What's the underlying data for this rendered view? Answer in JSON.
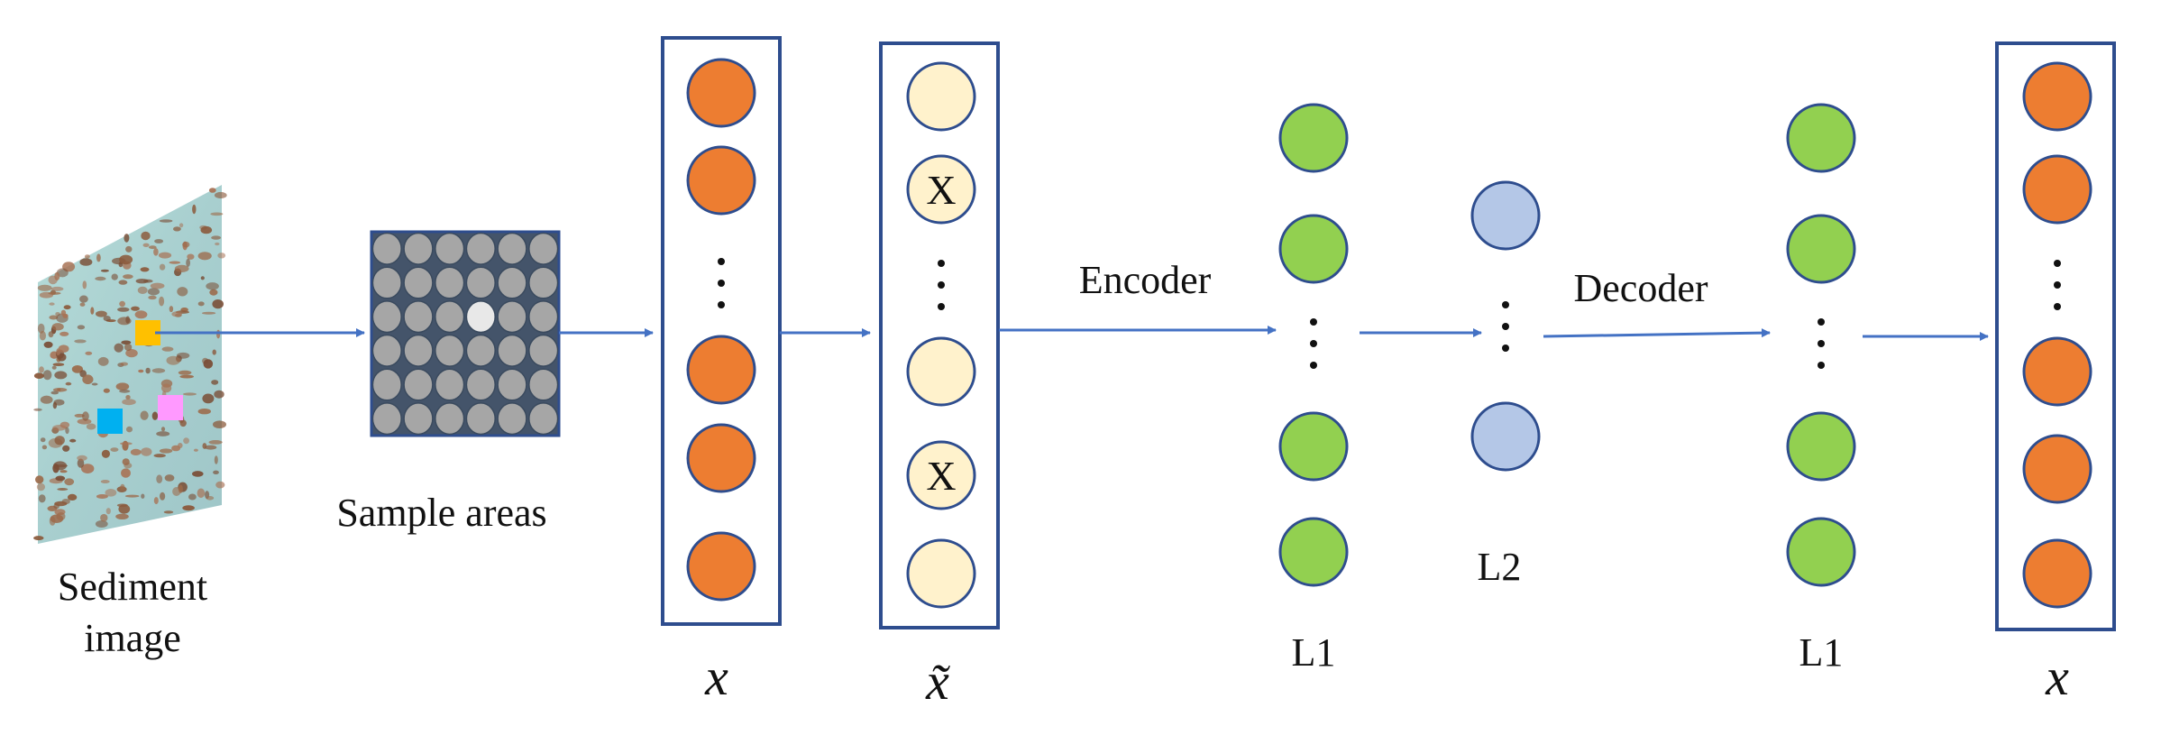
{
  "colors": {
    "frame": "#2e4d8e",
    "arrow": "#4472c4",
    "orange": "#ed7d31",
    "cream": "#fff2cc",
    "green": "#92d050",
    "blue_node": "#b4c7e7",
    "grid_bg": "#44546a",
    "grid_cell": "#a6a6a6",
    "sample_yellow": "#ffc000",
    "sample_cyan": "#00b0f0",
    "sample_pink": "#ff99ff"
  },
  "labels": {
    "sediment_line1": "Sediment",
    "sediment_line2": "image",
    "sample_areas": "Sample areas",
    "encoder": "Encoder",
    "decoder": "Decoder",
    "l1_left": "L1",
    "l2": "L2",
    "l1_right": "L1",
    "x_input": "x",
    "x_noisy": "x̃",
    "x_output": "x",
    "corrupted_mark_1": "X",
    "corrupted_mark_2": "X"
  }
}
